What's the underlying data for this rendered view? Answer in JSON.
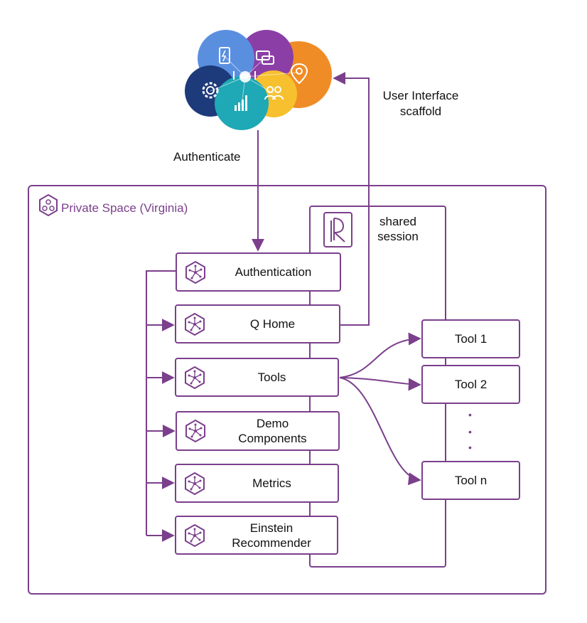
{
  "colors": {
    "accent": "#7b3f8c",
    "text": "#111111",
    "cloud_orange": "#f08c25",
    "cloud_purple": "#8b3fa6",
    "cloud_navy": "#1d3a7a",
    "cloud_teal": "#1fa8b5",
    "cloud_blue": "#5a8fe0",
    "cloud_yellow": "#f6c02e"
  },
  "cloud": {
    "icons": [
      "phone-icon",
      "chat-icon",
      "location-pin-icon",
      "gear-icon",
      "bar-chart-icon",
      "people-icon",
      "iot-hub-icon"
    ]
  },
  "labels": {
    "authenticate": "Authenticate",
    "ui_scaffold_line1": "User Interface",
    "ui_scaffold_line2": "scaffold",
    "private_space": "Private Space (Virginia)",
    "shared_line1": "shared",
    "shared_line2": "session"
  },
  "services": [
    {
      "label": "Authentication"
    },
    {
      "label": "Q Home"
    },
    {
      "label": "Tools"
    },
    {
      "label": "Demo\nComponents"
    },
    {
      "label": "Metrics"
    },
    {
      "label": "Einstein\nRecommender"
    }
  ],
  "tools": [
    {
      "label": "Tool 1"
    },
    {
      "label": "Tool 2"
    },
    {
      "label": "Tool n"
    }
  ],
  "ellipsis": [
    "•",
    "•",
    "•"
  ]
}
